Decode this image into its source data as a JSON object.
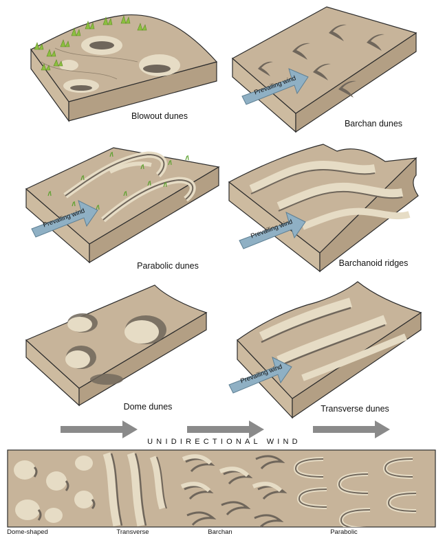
{
  "panels": [
    {
      "id": "blowout",
      "caption": "Blowout dunes"
    },
    {
      "id": "barchan",
      "caption": "Barchan dunes",
      "wind_label": "Prevailing wind"
    },
    {
      "id": "parabolic",
      "caption": "Parabolic dunes",
      "wind_label": "Prevailing wind"
    },
    {
      "id": "barchanoid",
      "caption": "Barchanoid ridges",
      "wind_label": "Prevailing wind"
    },
    {
      "id": "dome",
      "caption": "Dome dunes"
    },
    {
      "id": "transverse",
      "caption": "Transverse dunes",
      "wind_label": "Prevailing wind"
    }
  ],
  "wind_banner": "UNIDIRECTIONAL WIND",
  "strip_labels": [
    "Dome-shaped",
    "Transverse",
    "Barchan",
    "Parabolic"
  ],
  "colors": {
    "sand_top": "#c7b49a",
    "sand_light": "#e6dcc5",
    "sand_side": "#cdbba0",
    "sand_front": "#b39f84",
    "slipface": "#6f665b",
    "outline": "#2b2b2b",
    "vegetation": "#8cbf3f",
    "wind_arrow": "#8fb0c4",
    "banner_arrow": "#8a8a8a"
  }
}
